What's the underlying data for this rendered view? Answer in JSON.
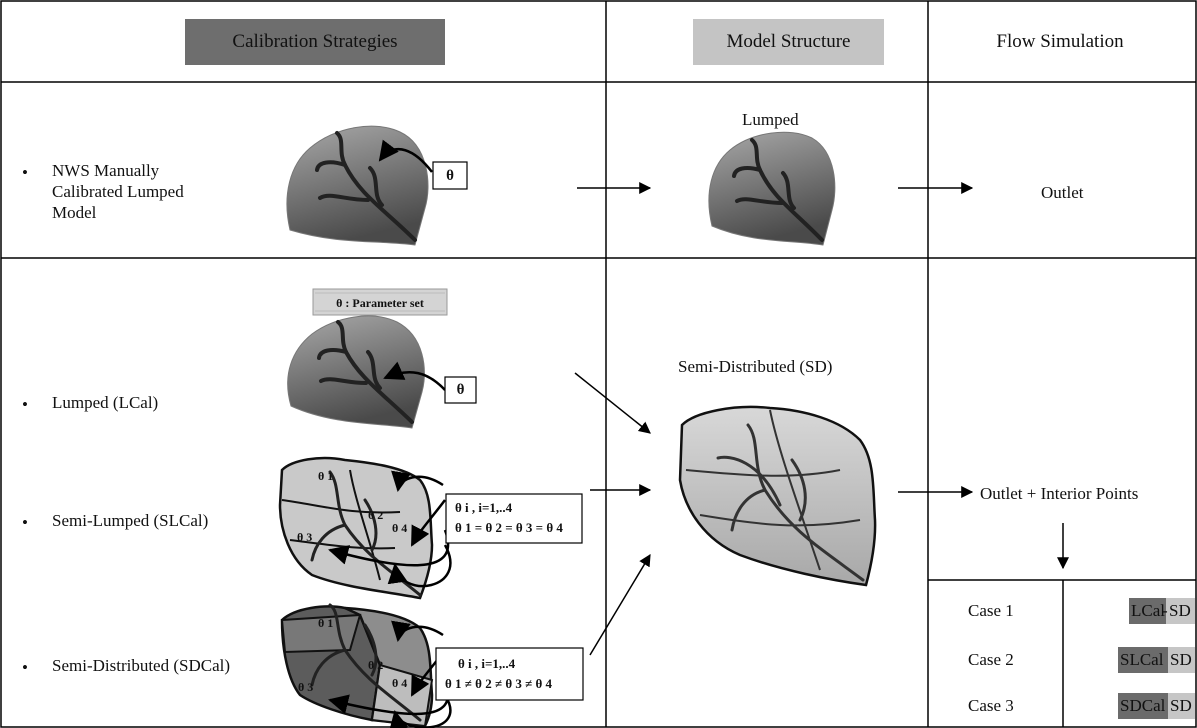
{
  "header": {
    "calibration": "Calibration Strategies",
    "model_structure": "Model Structure",
    "flow_simulation": "Flow Simulation"
  },
  "row1": {
    "strategy": [
      "NWS Manually",
      "Calibrated Lumped",
      "Model"
    ],
    "theta": "θ",
    "structure_label": "Lumped",
    "output": "Outlet"
  },
  "row2": {
    "legend": "θ : Parameter set",
    "strategies": {
      "lumped": "Lumped (LCal)",
      "semi_lumped": "Semi-Lumped (SLCal)",
      "semi_distributed": "Semi-Distributed (SDCal)"
    },
    "theta": "θ",
    "slcal_box": [
      "θ i ,      i=1,..4",
      "θ 1 = θ 2 = θ 3 = θ 4"
    ],
    "sdcal_box": [
      "θ i ,      i=1,..4",
      "θ 1 ≠ θ 2 ≠ θ 3 ≠ θ 4"
    ],
    "subbasin_labels": [
      "θ 1",
      "θ 2",
      "θ 3",
      "θ 4"
    ],
    "structure_label": "Semi-Distributed (SD)",
    "output": "Outlet + Interior Points",
    "cases": [
      {
        "name": "Case 1",
        "cal": "LCal",
        "sd": "SD"
      },
      {
        "name": "Case 2",
        "cal": "SLCal",
        "sd": "SD"
      },
      {
        "name": "Case 3",
        "cal": "SDCal",
        "sd": "SD"
      }
    ]
  },
  "colors": {
    "dark_box": "#6b6b6b",
    "light_box": "#c6c6c6",
    "basin_light": "#c8c8c8",
    "basin_dark": "#555555"
  }
}
